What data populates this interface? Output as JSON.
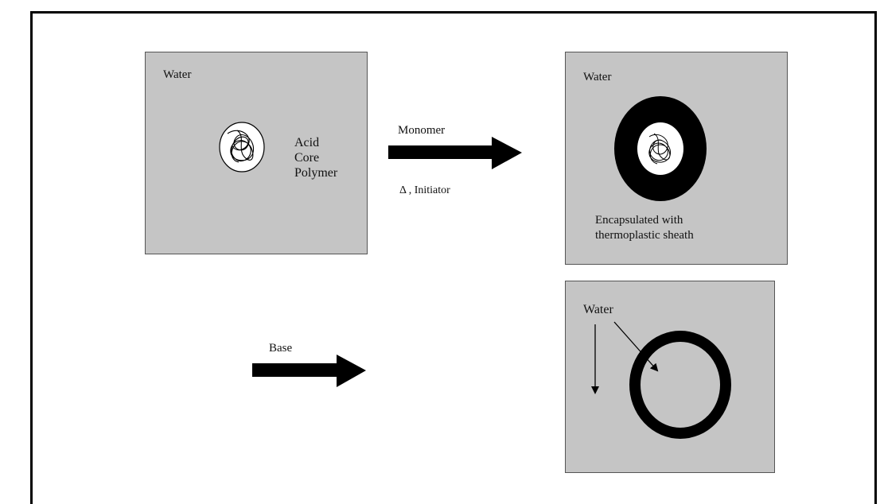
{
  "panels": {
    "initial": {
      "water_label": "Water",
      "core_label": "Acid\nCore\nPolymer"
    },
    "encapsulated": {
      "water_label": "Water",
      "caption": "Encapsulated with\nthermoplastic sheath"
    },
    "swollen": {
      "water_label": "Water"
    }
  },
  "arrows": {
    "monomer": {
      "label": "Monomer",
      "sublabel": "Δ , Initiator"
    },
    "base": {
      "label": "Base"
    }
  },
  "colors": {
    "panel_fill": "#c5c5c5",
    "shell": "#000000",
    "core_fill": "#ffffff"
  }
}
